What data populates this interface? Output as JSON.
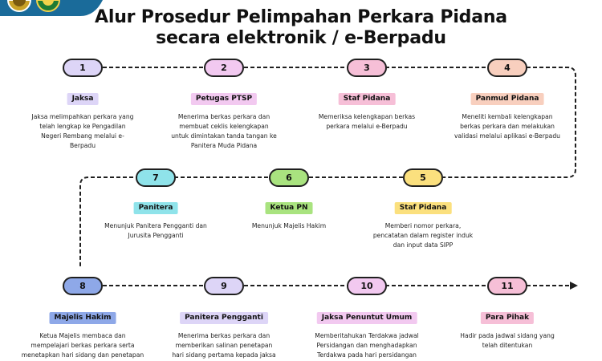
{
  "title": {
    "line1": "Alur Prosedur Pelimpahan Perkara Pidana",
    "line2": "secara elektronik / e-Berpadu"
  },
  "logos": [
    {
      "name": "logo-court",
      "icon": "court-emblem",
      "color": "#c9a227"
    },
    {
      "name": "logo-institution",
      "icon": "green-seal",
      "color": "#1e7b34"
    }
  ],
  "steps": [
    {
      "number": "1",
      "color": "#ddd5f7",
      "actor": "Jaksa",
      "actor_color": "#ddd5f7",
      "description": "Jaksa melimpahkan perkara yang\ntelah lengkap ke Pengadilan\nNegeri Rembang melalui e-\nBerpadu"
    },
    {
      "number": "2",
      "color": "#f2c9f0",
      "actor": "Petugas PTSP",
      "actor_color": "#f2c9f0",
      "description": "Menerima berkas perkara dan\nmembuat ceklis kelengkapan\nuntuk dimintakan tanda tangan ke\nPanitera Muda Pidana"
    },
    {
      "number": "3",
      "color": "#f6bfd7",
      "actor": "Staf Pidana",
      "actor_color": "#f6bfd7",
      "description": "Memeriksa kelengkapan berkas\nperkara melalui e-Berpadu"
    },
    {
      "number": "4",
      "color": "#f8cfbe",
      "actor": "Panmud Pidana",
      "actor_color": "#f8cfbe",
      "description": "Meneliti kembali kelengkapan\nberkas perkara dan melakukan\nvalidasi melalui aplikasi e-Berpadu"
    },
    {
      "number": "5",
      "color": "#fbe07e",
      "actor": "Staf Pidana",
      "actor_color": "#fbe07e",
      "description": "Memberi nomor perkara,\npencatatan dalam register induk\ndan input data SIPP"
    },
    {
      "number": "6",
      "color": "#a9e37f",
      "actor": "Ketua PN",
      "actor_color": "#a9e37f",
      "description": "Menunjuk Majelis Hakim"
    },
    {
      "number": "7",
      "color": "#8fe3ea",
      "actor": "Panitera",
      "actor_color": "#8fe3ea",
      "description": "Menunjuk Panitera Pengganti dan\nJurusita Pengganti"
    },
    {
      "number": "8",
      "color": "#8ea8e8",
      "actor": "Majelis Hakim",
      "actor_color": "#8ea8e8",
      "description": "Ketua Majelis membaca dan\nmempelajari berkas perkara serta\nmenetapkan hari sidang dan penetapan"
    },
    {
      "number": "9",
      "color": "#ddd5f7",
      "actor": "Panitera Pengganti",
      "actor_color": "#ddd5f7",
      "description": "Menerima berkas perkara dan\nmemberikan salinan penetapan\nhari sidang pertama kepada jaksa"
    },
    {
      "number": "10",
      "color": "#f2c9f0",
      "actor": "Jaksa Penuntut Umum",
      "actor_color": "#f2c9f0",
      "description": "Memberitahukan Terdakwa jadwal\nPersidangan dan menghadapkan\nTerdakwa pada hari persidangan"
    },
    {
      "number": "11",
      "color": "#f6bfd7",
      "actor": "Para Pihak",
      "actor_color": "#f6bfd7",
      "description": "Hadir pada jadwal sidang yang\ntelah ditentukan"
    }
  ]
}
